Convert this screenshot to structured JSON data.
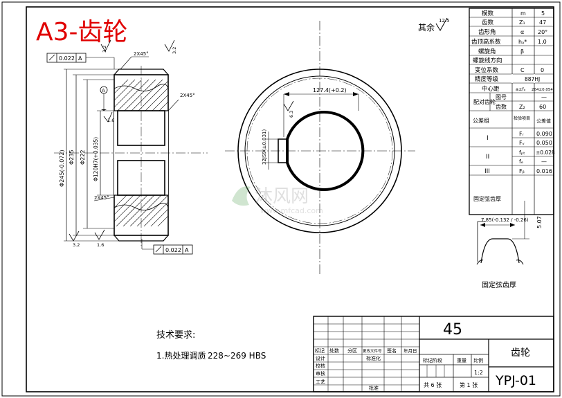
{
  "sheet": {
    "title": "A3-齿轮",
    "roughness_other": "其余",
    "roughness_other_value": "12.5"
  },
  "params_table": [
    {
      "name": "模数",
      "symbol": "m",
      "value": "5"
    },
    {
      "name": "齿数",
      "symbol": "Z₁",
      "value": "47"
    },
    {
      "name": "齿形角",
      "symbol": "α",
      "value": "20°"
    },
    {
      "name": "齿顶高系数",
      "symbol": "hₐ*",
      "value": "1.0"
    },
    {
      "name": "螺旋角",
      "symbol": "β",
      "value": ""
    },
    {
      "name": "螺旋线方向",
      "symbol": "",
      "value": ""
    },
    {
      "name": "变位系数",
      "symbol": "C",
      "value": "0"
    },
    {
      "name": "精度等级",
      "symbol": "",
      "value": "887HJ"
    },
    {
      "name": "中心距",
      "symbol": "a±fₐ",
      "value": "264±0.054"
    }
  ],
  "mating_gear": {
    "label": "配对齿轮",
    "rows": [
      {
        "name": "图号",
        "value": "—"
      },
      {
        "name": "齿数",
        "symbol": "Z₂",
        "value": "60"
      }
    ]
  },
  "tolerance_table": {
    "header": [
      "公差组",
      "检验项目",
      "公差值"
    ],
    "rows": [
      {
        "group": "I",
        "item": "Fᵣ",
        "value": "0.090"
      },
      {
        "group": "",
        "item": "Fᵥ",
        "value": "0.050"
      },
      {
        "group": "II",
        "item": "fₚₜ",
        "value": "±0.028"
      },
      {
        "group": "",
        "item": "fₑ",
        "value": "—"
      },
      {
        "group": "III",
        "item": "Fᵦ",
        "value": "0.016"
      }
    ],
    "fixed_chord": "固定弦齿厚"
  },
  "dimensions": {
    "chamfer_top": "2X45°",
    "chamfer_right": "2X45°",
    "chamfer_bottom": "2X45°",
    "roughness_32_a": "3.2",
    "roughness_32_b": "3.2",
    "roughness_32_c": "3.2",
    "roughness_16_a": "1.6",
    "roughness_16_b": "1.6",
    "runout_top": "0.022",
    "runout_top_datum": "A",
    "runout_bottom": "0.022",
    "runout_bottom_datum": "A",
    "datum_label": "A",
    "dia_outer": "Φ245(-0.072)",
    "dia_235": "Φ235",
    "dia_222": "Φ222",
    "dia_bore": "Φ120H7(+0.035)",
    "keyway_depth": "127.4(+0.2)",
    "keyway_width": "32JS9(±0.031)",
    "keyway_roughness": "6.3",
    "chord_thickness": "7.85(-0.132 / -0.26)",
    "chord_height": "5.07"
  },
  "tech_req": {
    "heading": "技术要求:",
    "item1": "1.热处理调质",
    "item1_value": "228~269 HBS"
  },
  "title_block": {
    "material": "45",
    "part_name": "齿轮",
    "drawing_no": "YPJ-01",
    "scale_label": "比例",
    "scale_value": "1:2",
    "weight_label": "重量",
    "stage_label": "标记阶段",
    "sheets_total": "共 6 张",
    "sheet_no": "第 1 张",
    "rev_mark": "标记",
    "rev_count": "处数",
    "rev_zone": "分区",
    "rev_doc": "更改文件号",
    "rev_sign": "签名",
    "rev_date": "年月日",
    "design": "设计",
    "standardize": "标准化",
    "check": "校核",
    "review": "审核",
    "process": "工艺",
    "approve": "批准"
  },
  "watermark": {
    "brand": "沐风网",
    "url": "www.mfcad.com"
  }
}
